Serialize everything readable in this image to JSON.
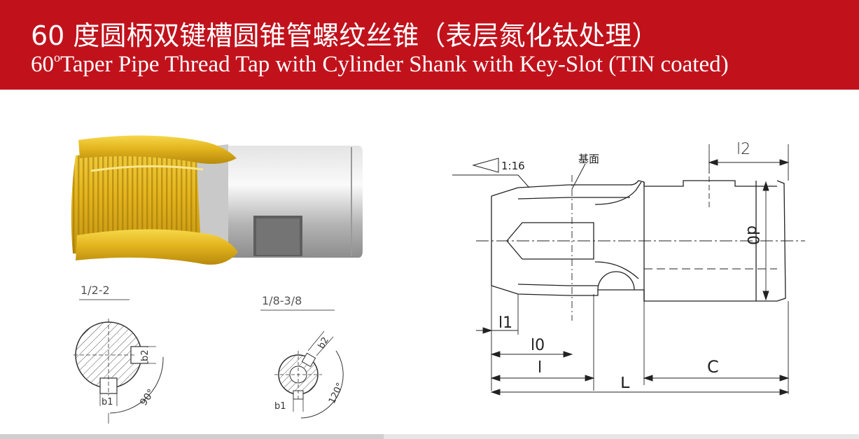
{
  "header": {
    "title_cn": "60 度圆柄双键槽圆锥管螺纹丝锥（表层氮化钛处理）",
    "title_en_num": "60",
    "title_en_deg": "o",
    "title_en_rest": "Taper Pipe Thread  Tap  with Cylinder Shank with Key-Slot (TIN coated)"
  },
  "section_left": {
    "size_a": "1/2-2",
    "size_b": "1/8-3/8",
    "label_b2": "b2",
    "label_b1_a": "b1",
    "label_b1_b": "b1",
    "angle_a": "90°",
    "angle_b": "120°",
    "label_b2_b": "b2"
  },
  "drawing": {
    "taper": "1:16",
    "base_plane": "基面",
    "dim_l2": "l2",
    "dim_d0": "d0",
    "dim_l1": "l1",
    "dim_l0": "l0",
    "dim_l": "l",
    "dim_C": "C",
    "dim_L": "L"
  },
  "colors": {
    "banner": "#c1121c",
    "gold": "#e0b21c",
    "steel": "#b8b8b8"
  }
}
